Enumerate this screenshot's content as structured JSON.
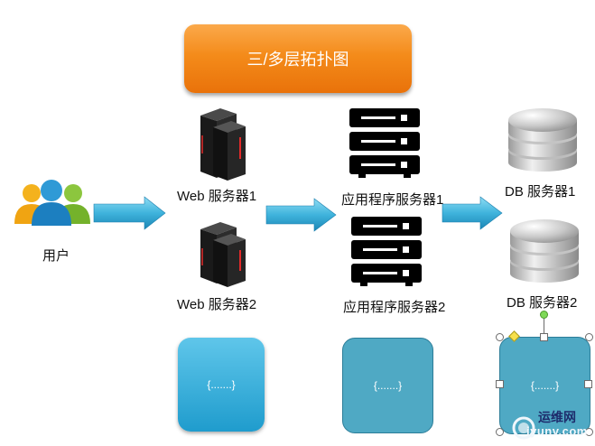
{
  "title": "三/多层拓扑图",
  "user": {
    "label": "用户"
  },
  "web_servers": [
    {
      "label": "Web 服务器1"
    },
    {
      "label": "Web 服务器2"
    }
  ],
  "app_servers": [
    {
      "label": "应用程序服务器1"
    },
    {
      "label": "应用程序服务器2"
    }
  ],
  "db_servers": [
    {
      "label": "DB 服务器1"
    },
    {
      "label": "DB 服务器2"
    }
  ],
  "placeholder_cards": [
    {
      "text": "{.......}"
    },
    {
      "text": "{.......}"
    },
    {
      "text": "{.......}"
    }
  ],
  "watermark": {
    "line1": "运维网",
    "line2": "iyunv.com"
  },
  "colors": {
    "title_bg": "#f48b1a",
    "arrow": "#3fb0d8",
    "card_blue": "#2aa5d4"
  }
}
